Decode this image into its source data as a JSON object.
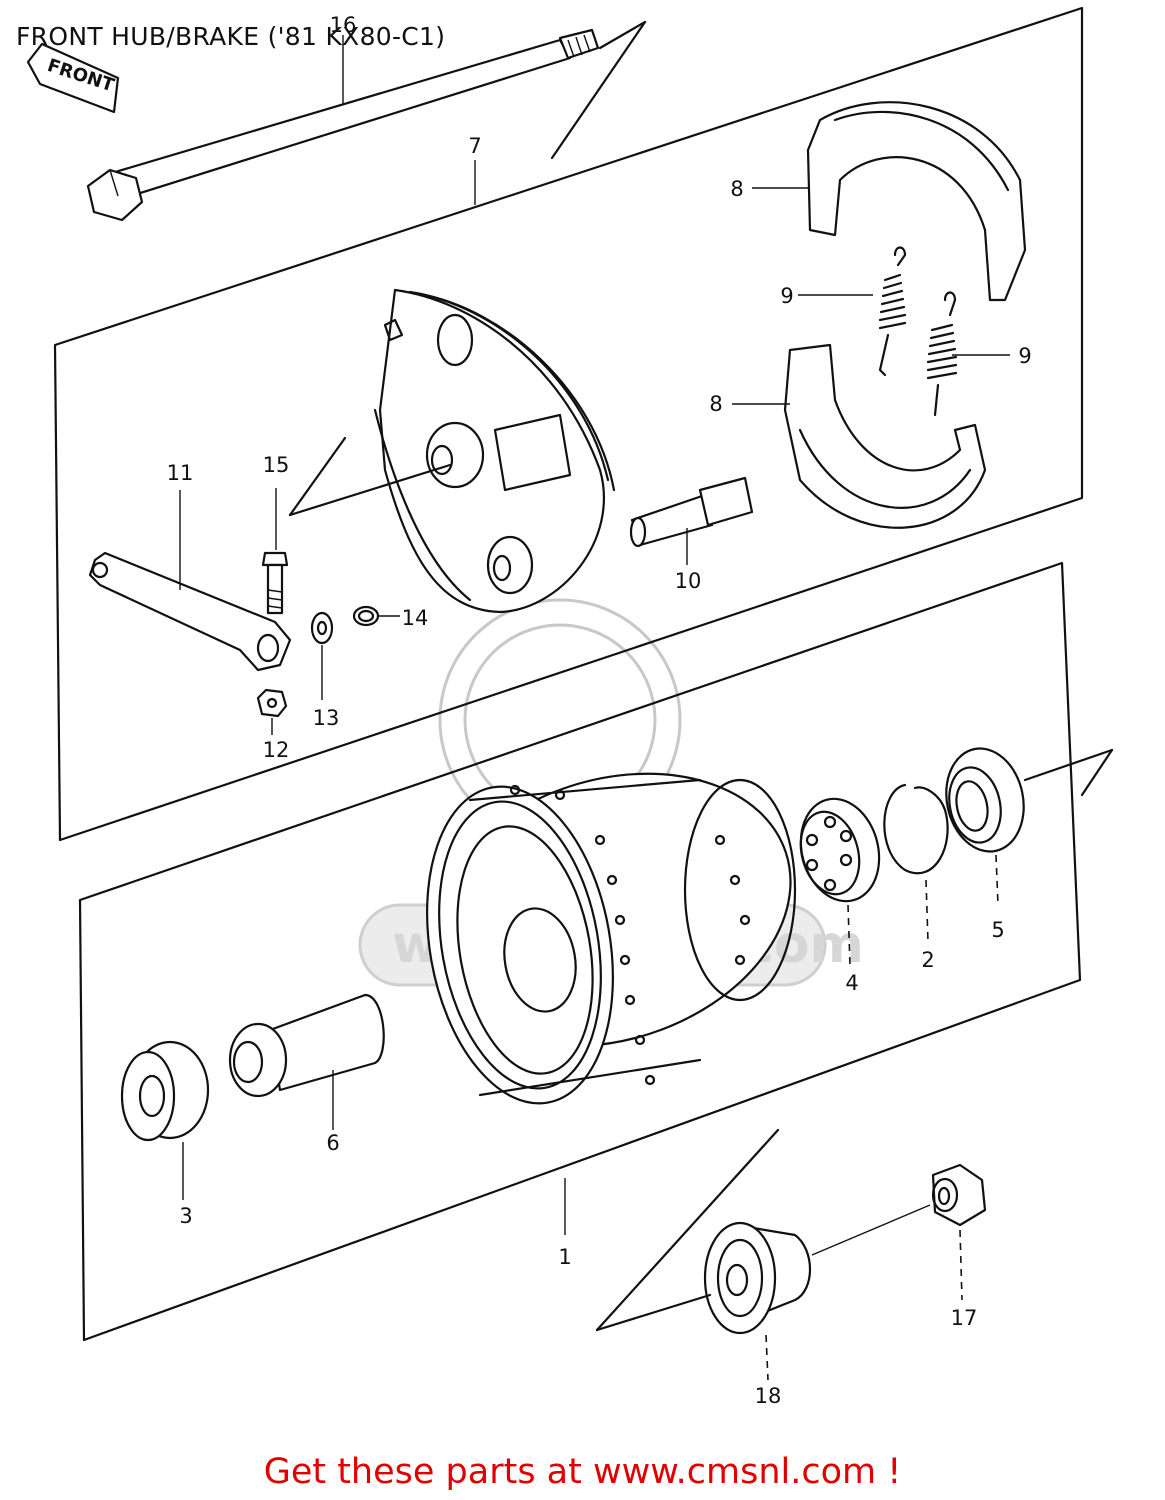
{
  "title": "FRONT HUB/BRAKE ('81 KX80-C1)",
  "front_arrow_label": "FRONT",
  "footer": "Get these parts at www.cmsnl.com !",
  "watermark_text": "www.cmsnl.com",
  "colors": {
    "footer": "#e00000",
    "lines": "#111111",
    "watermark": "#cccccc"
  },
  "callouts": {
    "c1": "1",
    "c2": "2",
    "c3": "3",
    "c4": "4",
    "c5": "5",
    "c6": "6",
    "c7": "7",
    "c8a": "8",
    "c8b": "8",
    "c9a": "9",
    "c9b": "9",
    "c10": "10",
    "c11": "11",
    "c12": "12",
    "c13": "13",
    "c14": "14",
    "c15": "15",
    "c16": "16",
    "c17": "17",
    "c18": "18"
  }
}
